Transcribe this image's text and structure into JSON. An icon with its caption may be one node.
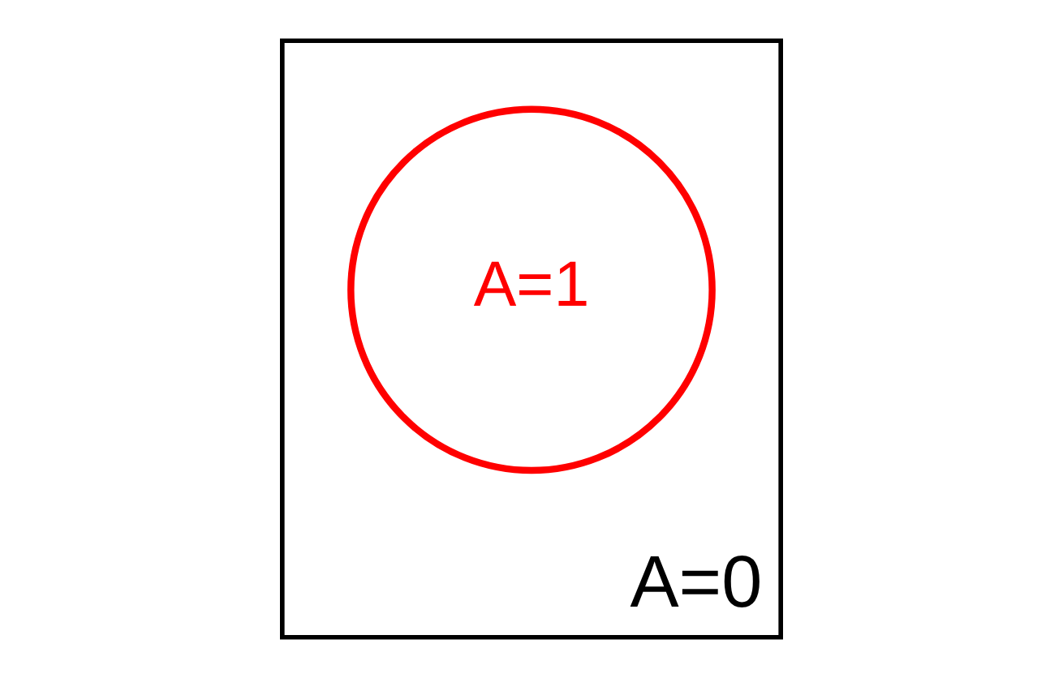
{
  "diagram": {
    "nodes": [
      {
        "text": [
          "A=0"
        ]
      },
      {
        "text": [
          "A=1"
        ],
        "in": 0
      }
    ]
  }
}
